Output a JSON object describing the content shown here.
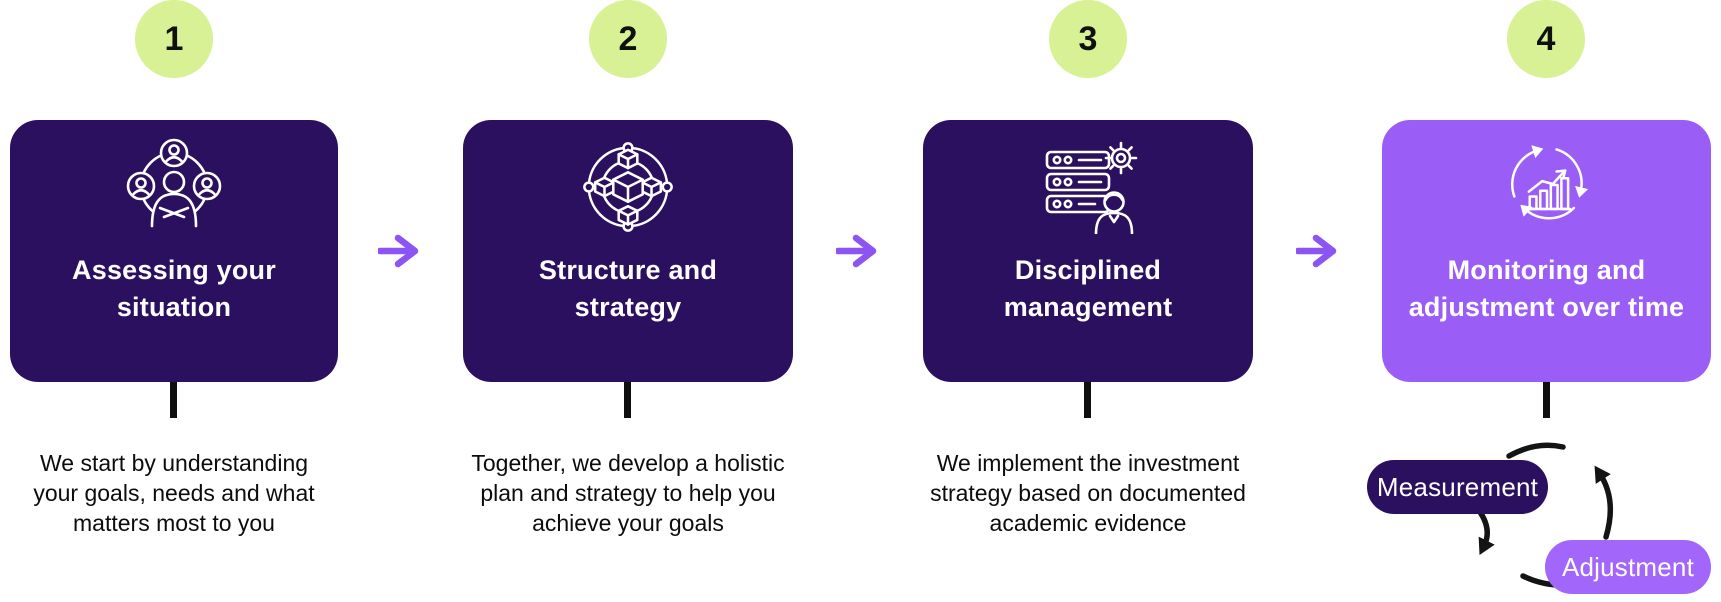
{
  "steps": [
    {
      "number": "1",
      "title": "Assessing your\nsituation",
      "description": "We start by understanding\nyour goals, needs and what\nmatters most to you",
      "icon": "people-network-icon",
      "card_style": "dark"
    },
    {
      "number": "2",
      "title": "Structure and\nstrategy",
      "description": "Together, we develop a holistic\nplan and strategy to help you\nachieve your goals",
      "icon": "cubes-network-icon",
      "card_style": "dark"
    },
    {
      "number": "3",
      "title": "Disciplined\nmanagement",
      "description": "We implement the investment\nstrategy based on documented\nacademic evidence",
      "icon": "servers-gear-person-icon",
      "card_style": "dark"
    },
    {
      "number": "4",
      "title": "Monitoring and\nadjustment over time",
      "icon": "cycle-bar-chart-icon",
      "card_style": "light"
    }
  ],
  "cycle": {
    "measurement_label": "Measurement",
    "adjustment_label": "Adjustment"
  },
  "colors": {
    "card_dark": "#2B1060",
    "card_light": "#9A5EF7",
    "badge_lime": "#D7F194",
    "arrow_purple": "#8C55F3",
    "pill_dark": "#2B1060",
    "pill_light": "#A266FA",
    "text_black": "#0C0C0C",
    "icon_stroke": "#FFFFFF",
    "background": "#FFFFFF"
  }
}
